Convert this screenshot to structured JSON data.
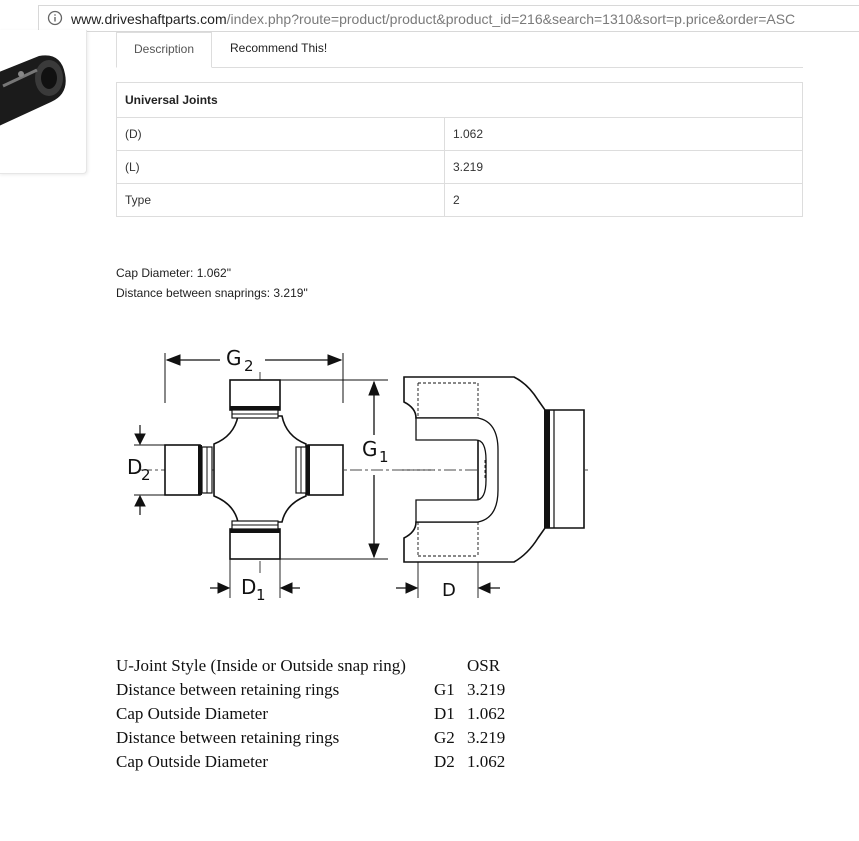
{
  "address_bar": {
    "host": "www.driveshaftparts.com",
    "path": "/index.php?route=product/product&product_id=216&search=1310&sort=p.price&order=ASC"
  },
  "tabs": [
    {
      "label": "Description",
      "active": true
    },
    {
      "label": "Recommend This!",
      "active": false
    }
  ],
  "spec_table": {
    "title": "Universal Joints",
    "rows": [
      {
        "label": "(D)",
        "value": "1.062"
      },
      {
        "label": "(L)",
        "value": "3.219"
      },
      {
        "label": "Type",
        "value": "2"
      }
    ]
  },
  "description": {
    "line1": "Cap Diameter: 1.062\"",
    "line2": "Distance between snaprings: 3.219\""
  },
  "diagram": {
    "labels": {
      "g2": "G",
      "g2_sub": "2",
      "g1": "G",
      "g1_sub": "1",
      "d2": "D",
      "d2_sub": "2",
      "d1": "D",
      "d1_sub": "1",
      "d": "D"
    }
  },
  "ujoint_table": {
    "header": {
      "label": "U-Joint Style (Inside or Outside snap ring)",
      "code": "",
      "value": "OSR"
    },
    "rows": [
      {
        "label": "Distance between retaining rings",
        "code": "G1",
        "value": "3.219"
      },
      {
        "label": "Cap Outside Diameter",
        "code": "D1",
        "value": "1.062"
      },
      {
        "label": "Distance between retaining rings",
        "code": "G2",
        "value": "3.219"
      },
      {
        "label": "Cap Outside Diameter",
        "code": "D2",
        "value": "1.062"
      }
    ]
  }
}
